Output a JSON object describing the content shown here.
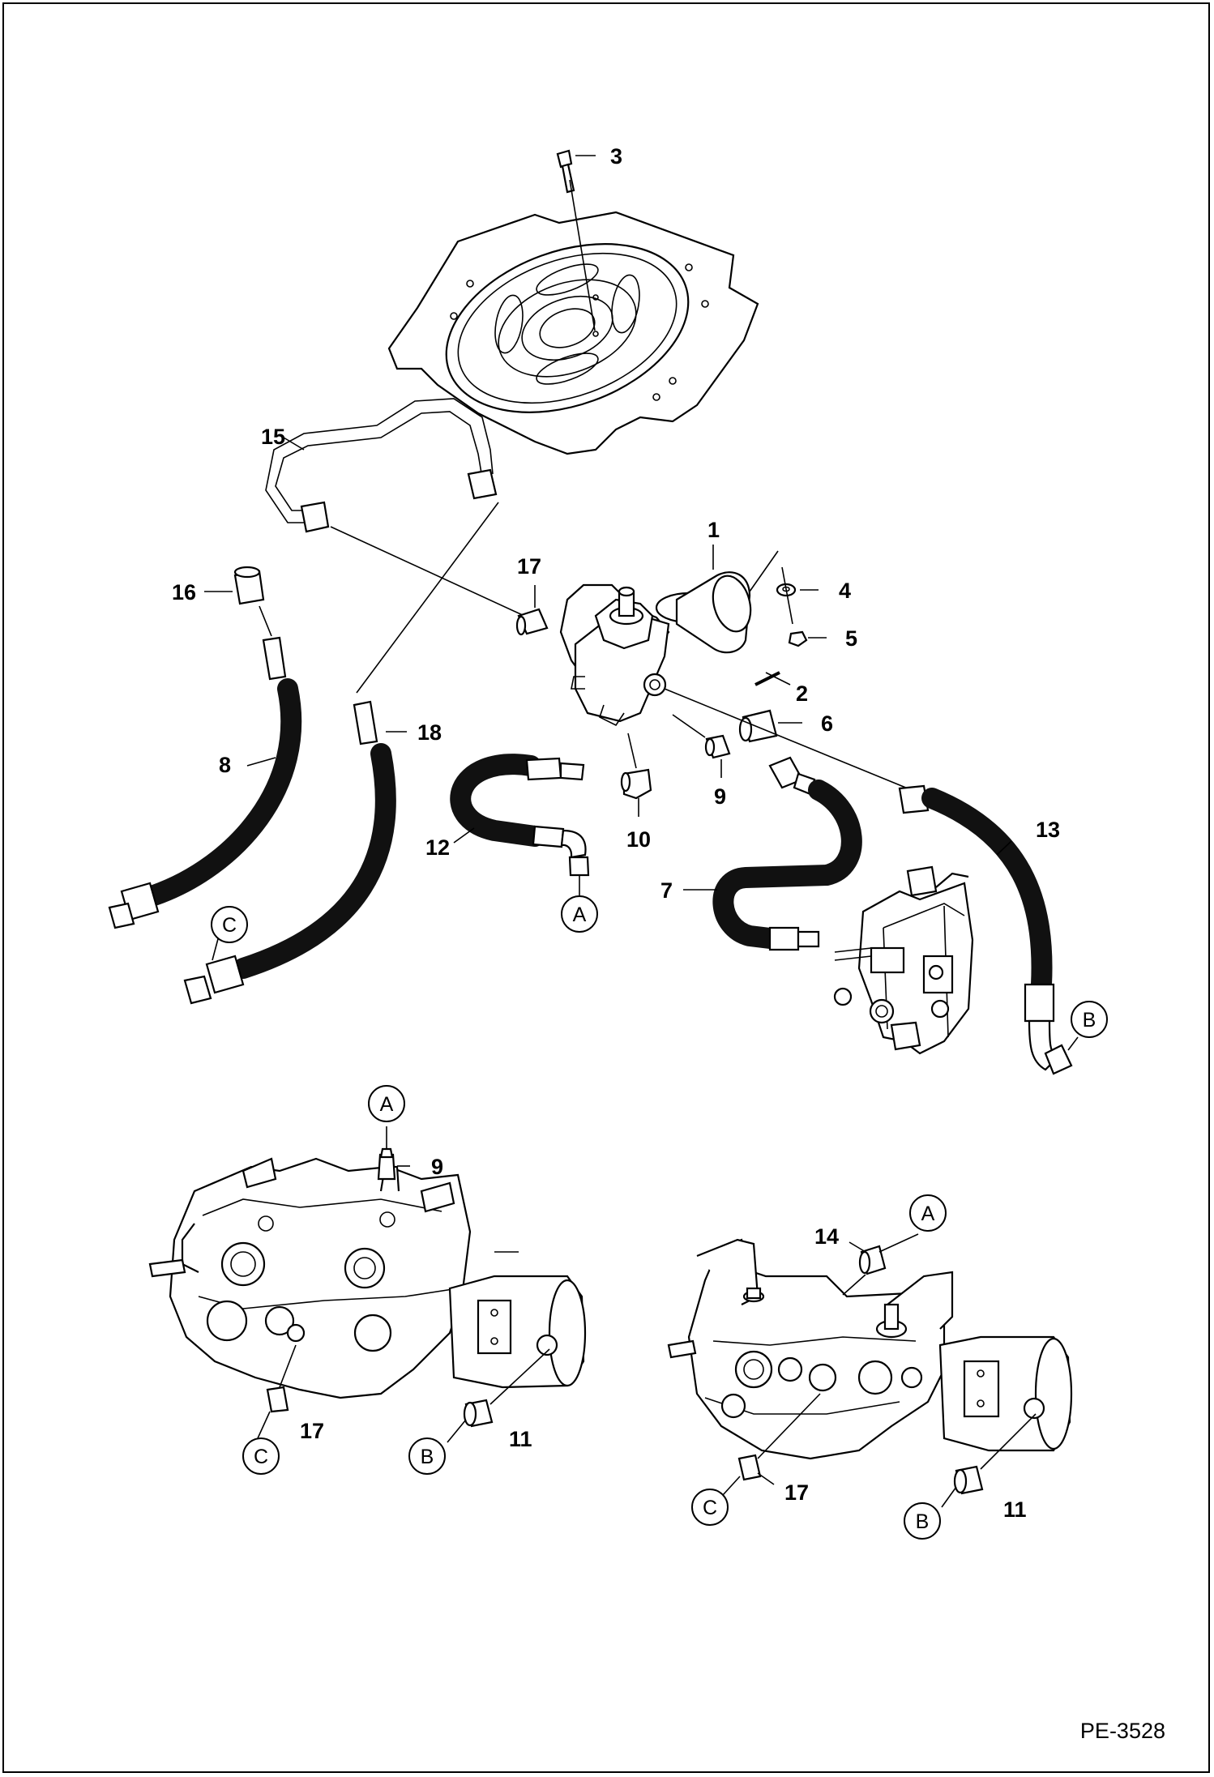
{
  "diagram": {
    "code": "PE-3528",
    "parts": [
      {
        "id": "3",
        "label": "3"
      },
      {
        "id": "1",
        "label": "1"
      },
      {
        "id": "4",
        "label": "4"
      },
      {
        "id": "5",
        "label": "5"
      },
      {
        "id": "2",
        "label": "2"
      },
      {
        "id": "6",
        "label": "6"
      },
      {
        "id": "15",
        "label": "15"
      },
      {
        "id": "16",
        "label": "16"
      },
      {
        "id": "17",
        "label": "17"
      },
      {
        "id": "18",
        "label": "18"
      },
      {
        "id": "8",
        "label": "8"
      },
      {
        "id": "9",
        "label": "9"
      },
      {
        "id": "10",
        "label": "10"
      },
      {
        "id": "12",
        "label": "12"
      },
      {
        "id": "13",
        "label": "13"
      },
      {
        "id": "7",
        "label": "7"
      },
      {
        "id": "9b",
        "label": "9"
      },
      {
        "id": "17b",
        "label": "17"
      },
      {
        "id": "11",
        "label": "11"
      },
      {
        "id": "14",
        "label": "14"
      },
      {
        "id": "17c",
        "label": "17"
      },
      {
        "id": "11b",
        "label": "11"
      }
    ],
    "connectors": [
      {
        "id": "A1",
        "label": "A"
      },
      {
        "id": "B1",
        "label": "B"
      },
      {
        "id": "C1",
        "label": "C"
      },
      {
        "id": "A2",
        "label": "A"
      },
      {
        "id": "C2",
        "label": "C"
      },
      {
        "id": "B2",
        "label": "B"
      },
      {
        "id": "A3",
        "label": "A"
      },
      {
        "id": "C3",
        "label": "C"
      },
      {
        "id": "B3",
        "label": "B"
      }
    ]
  }
}
